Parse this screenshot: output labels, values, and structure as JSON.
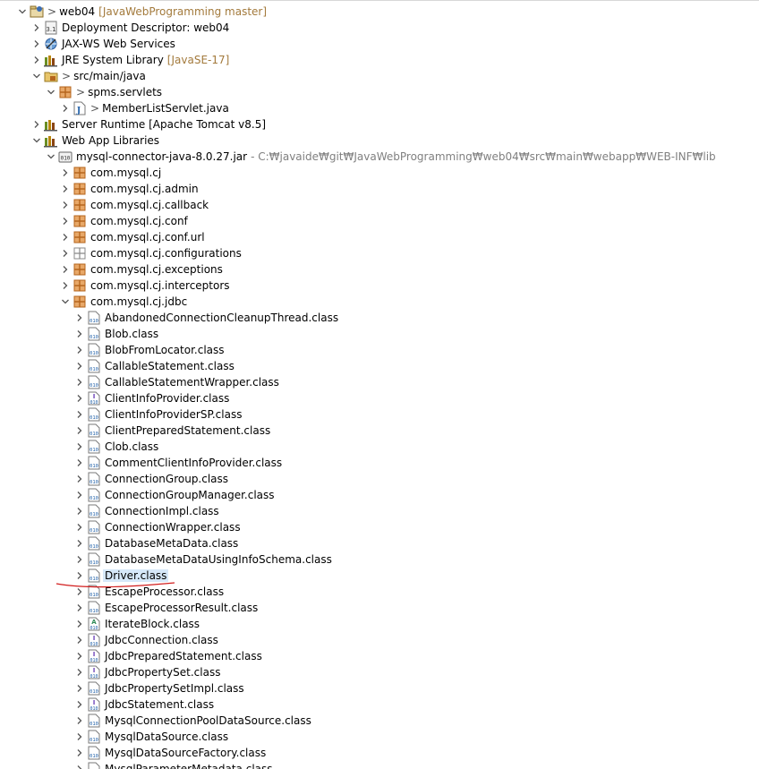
{
  "tree": {
    "rows": [
      {
        "label": "web04",
        "deco": "[JavaWebProgramming master]",
        "icon": "project-icon",
        "expanded": true,
        "level": 0,
        "dirty": true
      },
      {
        "label": "Deployment Descriptor: web04",
        "icon": "deployment-descriptor-icon",
        "expanded": false,
        "level": 1
      },
      {
        "label": "JAX-WS Web Services",
        "icon": "web-services-icon",
        "expanded": false,
        "level": 1
      },
      {
        "label": "JRE System Library",
        "deco": "[JavaSE-17]",
        "icon": "library-icon",
        "expanded": false,
        "level": 1
      },
      {
        "label": "src/main/java",
        "icon": "source-folder-icon",
        "expanded": true,
        "level": 1,
        "dirty": true
      },
      {
        "label": "spms.servlets",
        "icon": "package-icon",
        "expanded": true,
        "level": 2,
        "dirty": true
      },
      {
        "label": "MemberListServlet.java",
        "icon": "java-file-icon",
        "expanded": false,
        "level": 3,
        "dirty": true
      },
      {
        "label": "Server Runtime [Apache Tomcat v8.5]",
        "icon": "library-icon",
        "expanded": false,
        "level": 1
      },
      {
        "label": "Web App Libraries",
        "icon": "library-icon",
        "expanded": true,
        "level": 1
      },
      {
        "label": "mysql-connector-java-8.0.27.jar",
        "path": "- C:₩javaide₩git₩JavaWebProgramming₩web04₩src₩main₩webapp₩WEB-INF₩lib",
        "icon": "jar-icon",
        "expanded": true,
        "level": 2
      },
      {
        "label": "com.mysql.cj",
        "icon": "package-icon",
        "expanded": false,
        "level": 3
      },
      {
        "label": "com.mysql.cj.admin",
        "icon": "package-icon",
        "expanded": false,
        "level": 3
      },
      {
        "label": "com.mysql.cj.callback",
        "icon": "package-icon",
        "expanded": false,
        "level": 3
      },
      {
        "label": "com.mysql.cj.conf",
        "icon": "package-icon",
        "expanded": false,
        "level": 3
      },
      {
        "label": "com.mysql.cj.conf.url",
        "icon": "package-icon",
        "expanded": false,
        "level": 3
      },
      {
        "label": "com.mysql.cj.configurations",
        "icon": "empty-package-icon",
        "expanded": false,
        "level": 3
      },
      {
        "label": "com.mysql.cj.exceptions",
        "icon": "package-icon",
        "expanded": false,
        "level": 3
      },
      {
        "label": "com.mysql.cj.interceptors",
        "icon": "package-icon",
        "expanded": false,
        "level": 3
      },
      {
        "label": "com.mysql.cj.jdbc",
        "icon": "package-icon",
        "expanded": true,
        "level": 3
      },
      {
        "label": "AbandonedConnectionCleanupThread.class",
        "icon": "class-file-icon",
        "expanded": false,
        "level": 4
      },
      {
        "label": "Blob.class",
        "icon": "class-file-icon",
        "expanded": false,
        "level": 4
      },
      {
        "label": "BlobFromLocator.class",
        "icon": "class-file-icon",
        "expanded": false,
        "level": 4
      },
      {
        "label": "CallableStatement.class",
        "icon": "class-file-icon",
        "expanded": false,
        "level": 4
      },
      {
        "label": "CallableStatementWrapper.class",
        "icon": "class-file-icon",
        "expanded": false,
        "level": 4
      },
      {
        "label": "ClientInfoProvider.class",
        "icon": "interface-class-file-icon",
        "expanded": false,
        "level": 4
      },
      {
        "label": "ClientInfoProviderSP.class",
        "icon": "class-file-icon",
        "expanded": false,
        "level": 4
      },
      {
        "label": "ClientPreparedStatement.class",
        "icon": "class-file-icon",
        "expanded": false,
        "level": 4
      },
      {
        "label": "Clob.class",
        "icon": "class-file-icon",
        "expanded": false,
        "level": 4
      },
      {
        "label": "CommentClientInfoProvider.class",
        "icon": "class-file-icon",
        "expanded": false,
        "level": 4
      },
      {
        "label": "ConnectionGroup.class",
        "icon": "class-file-icon",
        "expanded": false,
        "level": 4
      },
      {
        "label": "ConnectionGroupManager.class",
        "icon": "class-file-icon",
        "expanded": false,
        "level": 4
      },
      {
        "label": "ConnectionImpl.class",
        "icon": "class-file-icon",
        "expanded": false,
        "level": 4
      },
      {
        "label": "ConnectionWrapper.class",
        "icon": "class-file-icon",
        "expanded": false,
        "level": 4
      },
      {
        "label": "DatabaseMetaData.class",
        "icon": "class-file-icon",
        "expanded": false,
        "level": 4
      },
      {
        "label": "DatabaseMetaDataUsingInfoSchema.class",
        "icon": "class-file-icon",
        "expanded": false,
        "level": 4
      },
      {
        "label": "Driver.class",
        "icon": "class-file-icon",
        "expanded": false,
        "level": 4,
        "selected": true
      },
      {
        "label": "EscapeProcessor.class",
        "icon": "class-file-icon",
        "expanded": false,
        "level": 4
      },
      {
        "label": "EscapeProcessorResult.class",
        "icon": "class-file-icon",
        "expanded": false,
        "level": 4
      },
      {
        "label": "IterateBlock.class",
        "icon": "abstract-class-file-icon",
        "expanded": false,
        "level": 4
      },
      {
        "label": "JdbcConnection.class",
        "icon": "interface-class-file-icon",
        "expanded": false,
        "level": 4
      },
      {
        "label": "JdbcPreparedStatement.class",
        "icon": "interface-class-file-icon",
        "expanded": false,
        "level": 4
      },
      {
        "label": "JdbcPropertySet.class",
        "icon": "interface-class-file-icon",
        "expanded": false,
        "level": 4
      },
      {
        "label": "JdbcPropertySetImpl.class",
        "icon": "class-file-icon",
        "expanded": false,
        "level": 4
      },
      {
        "label": "JdbcStatement.class",
        "icon": "interface-class-file-icon",
        "expanded": false,
        "level": 4
      },
      {
        "label": "MysqlConnectionPoolDataSource.class",
        "icon": "class-file-icon",
        "expanded": false,
        "level": 4
      },
      {
        "label": "MysqlDataSource.class",
        "icon": "class-file-icon",
        "expanded": false,
        "level": 4
      },
      {
        "label": "MysqlDataSourceFactory.class",
        "icon": "class-file-icon",
        "expanded": false,
        "level": 4
      },
      {
        "label": "MysqlParameterMetadata.class",
        "icon": "class-file-icon",
        "expanded": false,
        "level": 4
      }
    ]
  },
  "colors": {
    "selection": "#d6e8f9",
    "decoration": "#a37a3c",
    "path": "#808080",
    "package_icon": "#b5651d",
    "class_icon": "#1f5fa8",
    "annotation_stroke": "#d21e1e"
  }
}
